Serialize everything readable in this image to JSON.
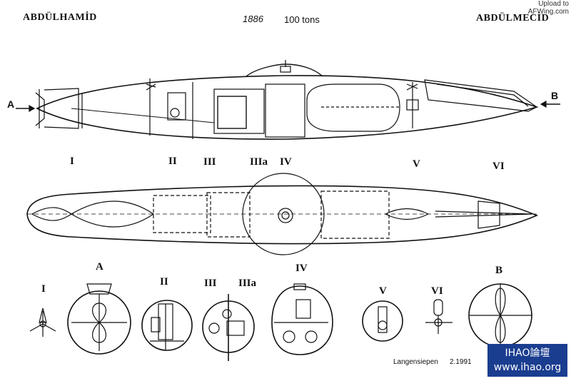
{
  "header": {
    "name_left": "ABDÜLHAMİD",
    "year": "1886",
    "tonnage": "100 tons",
    "name_right": "ABDÜLMECİD",
    "upload_line1": "Upload to",
    "upload_line2": "AFWing.com"
  },
  "arrows": {
    "a": "A",
    "b": "B"
  },
  "sections_top": [
    "I",
    "II",
    "III",
    "IIIa",
    "IV",
    "V",
    "VI"
  ],
  "sections_bottom": [
    "I",
    "A",
    "II",
    "III",
    "IIIa",
    "IV",
    "V",
    "VI",
    "B"
  ],
  "credit": {
    "author": "Langensiepen",
    "date": "2.1991"
  },
  "watermark": {
    "line1": "IHAO論壇",
    "line2": "www.ihao.org",
    "color": "#1a3d8f"
  }
}
